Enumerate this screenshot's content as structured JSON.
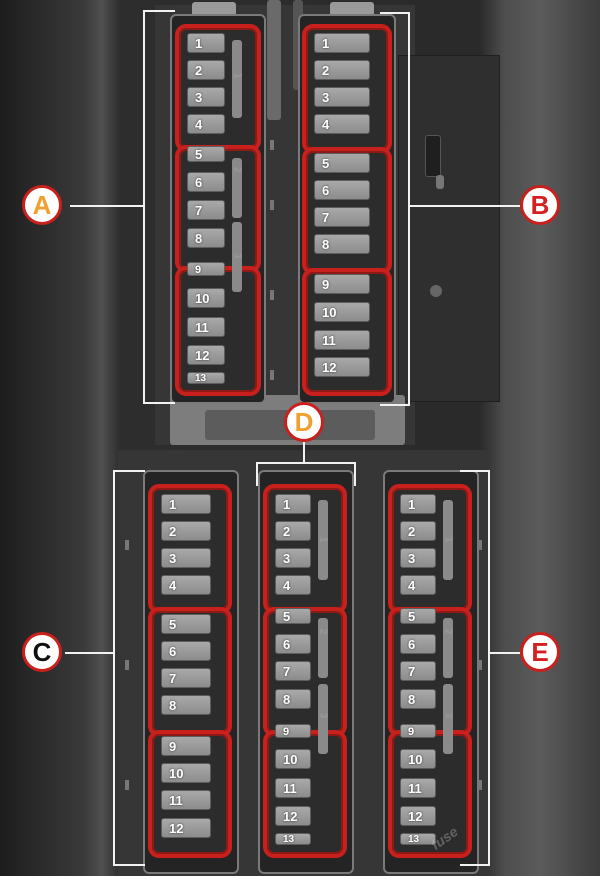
{
  "colors": {
    "highlight": "#c8201c",
    "callout_ab_text": "#f0a030",
    "callout_ce_text": "#d42020"
  },
  "labels": {
    "a": "A",
    "b": "B",
    "c": "C",
    "d": "D",
    "e": "E"
  },
  "side_tags": {
    "t1": "1",
    "t2": "2",
    "t3": "3"
  },
  "fuses": [
    "1",
    "2",
    "3",
    "4",
    "5",
    "6",
    "7",
    "8",
    "9",
    "10",
    "11",
    "12"
  ],
  "partial_label": "13",
  "watermark": "fuse"
}
